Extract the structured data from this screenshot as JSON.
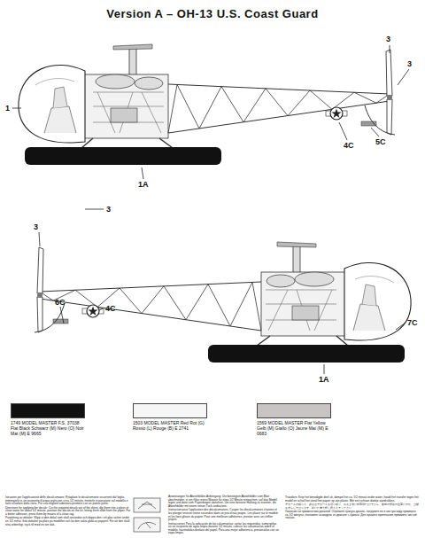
{
  "diagram": {
    "title": "Version A – OH-13 U.S. Coast Guard",
    "labels": [
      "1",
      "3",
      "3",
      "1A",
      "4C",
      "5C",
      "3",
      "3",
      "6C",
      "4C",
      "7C",
      "1A",
      "Istruzioni per l'applicazione delle decalcomanie: Ritagliare le decalcomanie occorrenti dal foglio, immergerle in un recipiente d'acqua pulita per circa 1/2 minuto, metterle in posizione sul modello e farle scivolare dalla carta. Per una migliore aderenza premere con un panno pulito.",
      "Directions for applying the decals: Cut the required decals out of the sheet, dip them into a glass of clean water for about 1/2 minute, position the decals on the kit, letting them slide from the paper. For a better adhesion, press them by means of a clean rag.",
      "Påsättning av dekaler: Klipp ut den dekal som skall användas och doppa den i ett glas vatten under en 1/2 minut. Sätt dekalen på plats på modellen och låt den sakta glida av pappret. För att den skall sitta ordentligt, tryck till med en torr duk.",
      "Anweisungen für Abziehbilder-Anbringung: Die benötigten Abziehbilder vom Blatt abschneiden, in ein Glas reines Wasser für etwa 1/2 Minute eintauchen, auf das Modell legen und dann vom Papierbogen abziehen. Um eine bessere Haftung zu erzielen, die Abziehbilder mit einem reinen Tuch andrücken.",
      "Instruction pour l'application des décalcomanies. Couper les décalcomanies choisies et les plonger environ trente secondes dans un peu d'eau propre. Les placer sur le modèle et les faire glisser du papier. Pour une meilleure adhérence, presser avec un chiffon propre.",
      "Instrucciones Para la aplicación de las calcomanías: cortar las requeridas, sumergirlas en un recipiente de agua limpia durante 1/2 minuto, colocar las calcomanías sobre el modelo, haciéndolas deslizar del papel. Para una mejor adherencia, presionarlas con un trapo limpio.",
      "Transfers: Knip het benodigde deel uit, dompel het ca. 1/2 minuut onder water, houdt het transfer tegen het model en schuif het vanaf het papier op zijn plaats. Met een schoon doekje aandrukken.",
      "デカールの貼り方：必要なデカールを切り取り、ぬるま湯に約30秒つけてから、模型の所定の位置にのせ、台紙をずらしてはります。乾いた布で軽く押さえてください。",
      "Указания по применению декалей: Отрежьте нужную деколь, погрузите её в чистую воду примерно на 1/2 минуты, положите на модель и сдвиньте с бумаги. Для лучшего прилегания прижмите чистой тканью."
    ],
    "legend": [
      {
        "text": "1749 MODEL MASTER F.S. 37038 Flat Black Schwarz (M) Nero (O) Noir Mat (M) E 9665",
        "color": "#111111"
      },
      {
        "text": "1503 MODEL MASTER Red Rot (G) Rosso (L) Rouge (B) E 2741",
        "color": "#f6f6f6"
      },
      {
        "text": "1569 MODEL MASTER Flat Yellow Gelb (M) Giallo (O) Jaune Mat (M) E 0683",
        "color": "#c9c4c4"
      }
    ]
  }
}
